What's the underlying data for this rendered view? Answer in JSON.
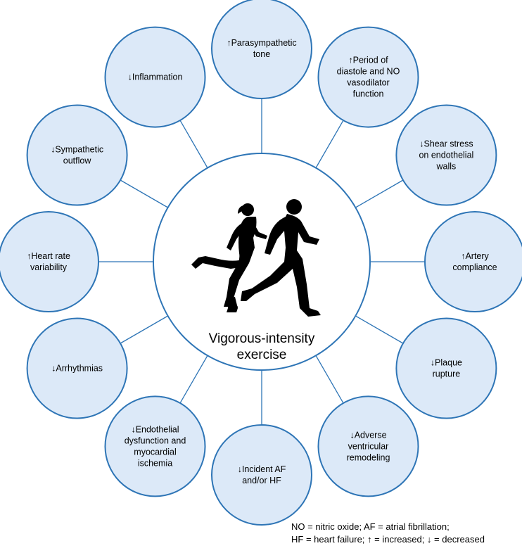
{
  "center": {
    "title_lines": [
      "Vigorous-intensity",
      "exercise"
    ]
  },
  "bubbles": [
    {
      "id": "parasympathetic-tone",
      "lines": [
        "↑Parasympathetic",
        "tone"
      ]
    },
    {
      "id": "diastole-no-vasodilator",
      "lines": [
        "↑Period of",
        "diastole and NO",
        "vasodilator",
        "function"
      ]
    },
    {
      "id": "shear-stress",
      "lines": [
        "↓Shear stress",
        "on endothelial",
        "walls"
      ]
    },
    {
      "id": "artery-compliance",
      "lines": [
        "↑Artery",
        "compliance"
      ]
    },
    {
      "id": "plaque-rupture",
      "lines": [
        "↓Plaque",
        "rupture"
      ]
    },
    {
      "id": "adverse-ventricular-remodeling",
      "lines": [
        "↓Adverse",
        "ventricular",
        "remodeling"
      ]
    },
    {
      "id": "incident-af-hf",
      "lines": [
        "↓Incident AF",
        "and/or HF"
      ]
    },
    {
      "id": "endothelial-dysfunction",
      "lines": [
        "↓Endothelial",
        "dysfunction and",
        "myocardial",
        "ischemia"
      ]
    },
    {
      "id": "arrhythmias",
      "lines": [
        "↓Arrhythmias"
      ]
    },
    {
      "id": "heart-rate-variability",
      "lines": [
        "↑Heart rate",
        "variability"
      ]
    },
    {
      "id": "sympathetic-outflow",
      "lines": [
        "↓Sympathetic",
        "outflow"
      ]
    },
    {
      "id": "inflammation",
      "lines": [
        "↓Inflammation"
      ]
    }
  ],
  "footnote": {
    "line1": "NO = nitric oxide; AF = atrial fibrillation;",
    "line2": "HF = heart failure; ↑ = increased; ↓ = decreased"
  },
  "colors": {
    "bubble_fill": "#dce9f8",
    "stroke": "#2e75b6",
    "runners": "#000000"
  },
  "icons": [
    "runners-icon"
  ]
}
